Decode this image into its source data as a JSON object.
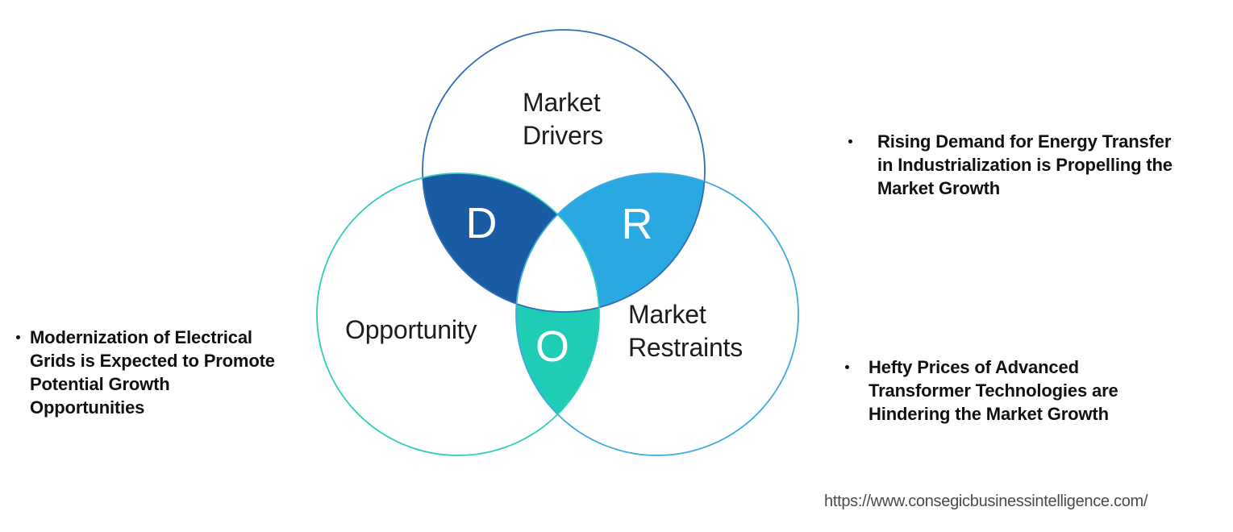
{
  "colors": {
    "d_fill": "#195CA4",
    "r_fill": "#29A8E1",
    "o_fill": "#1FCDB6",
    "center_fill": "#FFFFFF",
    "drivers_stroke": "#2F6EB5",
    "opportunity_stroke": "#2FCDBA",
    "restraints_stroke": "#3EA9E2",
    "label_color": "#1C1C1C",
    "bullet_text_color": "#111111",
    "url_color": "#4A4A4A"
  },
  "venn": {
    "circles": {
      "drivers": {
        "label": "Market\nDrivers"
      },
      "opportunity": {
        "label": "Opportunity"
      },
      "restraints": {
        "label": "Market\nRestraints"
      }
    },
    "letters": {
      "d": "D",
      "r": "R",
      "o": "O"
    }
  },
  "bullets": {
    "right_top": "Rising Demand for Energy Transfer\nin Industrialization is Propelling the\nMarket Growth",
    "right_bottom": "Hefty Prices of Advanced\nTransformer Technologies are\nHindering the Market Growth",
    "left": "Modernization of Electrical\nGrids is Expected to Promote\nPotential Growth\nOpportunities"
  },
  "footer": {
    "url": "https://www.consegicbusinessintelligence.com/"
  }
}
